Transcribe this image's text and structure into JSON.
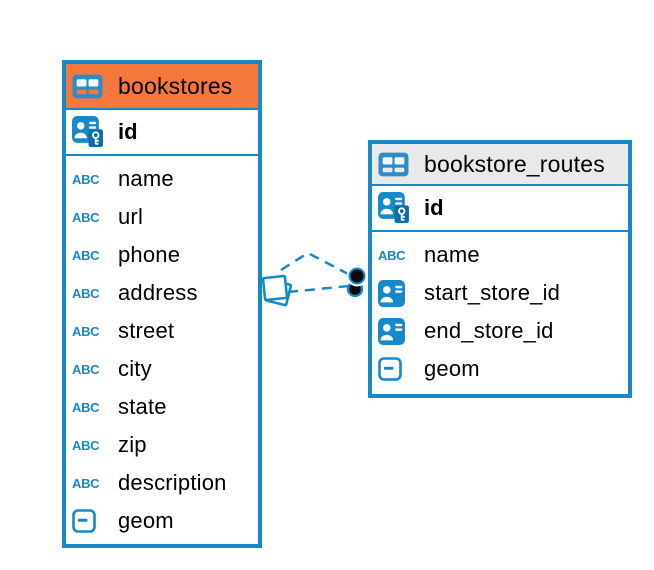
{
  "diagram": {
    "accent_color": "#1789c9",
    "background": "#ffffff",
    "tables": [
      {
        "name": "bookstores",
        "header_color": "#f4783c",
        "header_icon": "table-icon",
        "pk": {
          "name": "id",
          "icon": "person-key-icon"
        },
        "columns": [
          {
            "name": "name",
            "icon": "abc-icon"
          },
          {
            "name": "url",
            "icon": "abc-icon"
          },
          {
            "name": "phone",
            "icon": "abc-icon"
          },
          {
            "name": "address",
            "icon": "abc-icon"
          },
          {
            "name": "street",
            "icon": "abc-icon"
          },
          {
            "name": "city",
            "icon": "abc-icon"
          },
          {
            "name": "state",
            "icon": "abc-icon"
          },
          {
            "name": "zip",
            "icon": "abc-icon"
          },
          {
            "name": "description",
            "icon": "abc-icon"
          },
          {
            "name": "geom",
            "icon": "geometry-icon"
          }
        ]
      },
      {
        "name": "bookstore_routes",
        "header_color": "#e9e9e9",
        "header_icon": "table-icon",
        "pk": {
          "name": "id",
          "icon": "person-key-icon"
        },
        "columns": [
          {
            "name": "name",
            "icon": "abc-icon"
          },
          {
            "name": "start_store_id",
            "icon": "person-card-icon"
          },
          {
            "name": "end_store_id",
            "icon": "person-card-icon"
          },
          {
            "name": "geom",
            "icon": "geometry-icon"
          }
        ]
      }
    ],
    "relationship": {
      "from_table": "bookstores",
      "to_table": "bookstore_routes",
      "line_style": "dashed",
      "line_color": "#1789c9",
      "from_marker": "overlapping-squares-marker",
      "to_marker": "overlapping-dots-marker"
    }
  },
  "icons": {
    "text_type_label": "ABC"
  }
}
